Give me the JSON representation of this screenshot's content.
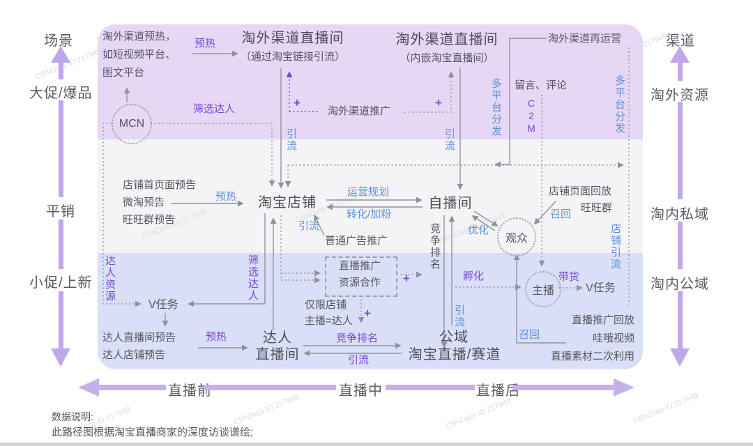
{
  "watermark": "CBNData ID:217949",
  "colors": {
    "accent_purple": "#7b46d6",
    "accent_blue": "#5e8fdc",
    "band_top": "#e6d7f4",
    "band_mid": "#f4f4f6",
    "band_bottom": "#d8dff6",
    "axis_purple": "#bfa7ec",
    "line_gray": "#90929d"
  },
  "axes": {
    "left": {
      "title": "场景",
      "top": "大促/爆品",
      "middle": "平销",
      "bottom": "小促/上新"
    },
    "right": {
      "title": "渠道",
      "top": "淘外资源",
      "middle": "淘内私域",
      "bottom": "淘内公域"
    },
    "bottom": {
      "pre": "直播前",
      "mid": "直播中",
      "post": "直播后"
    }
  },
  "top_band": {
    "source_line1": "淘外渠道预热，",
    "source_line2": "如短视频平台、",
    "source_line3": "图文平台",
    "preheat": "预热",
    "room_link_title": "淘外渠道直播间",
    "room_link_sub": "（通过淘宝链接引流）",
    "room_embed_title": "淘外渠道直播间",
    "room_embed_sub": "（内嵌淘宝直播间）",
    "mcn": "MCN",
    "select_daren": "筛选达人",
    "promo": "淘外渠道推广",
    "reop": "淘外渠道再运营",
    "comments": "留言、评论",
    "c2m": "C2M",
    "multi_left": "多平台分发",
    "multi_right": "多平台分发",
    "yinliu_left": "引流",
    "yinliu_right": "引流",
    "plus": "+"
  },
  "mid_band": {
    "pre1": "店铺首页面预告",
    "pre2": "微淘预告",
    "pre3": "旺旺群预告",
    "preheat": "预热",
    "shop": "淘宝店铺",
    "plan": "运营规划",
    "convert": "转化/加粉",
    "self_room": "自播间",
    "yinliu": "引流",
    "ad": "普通广告推广",
    "rank_v": "竞争排名",
    "yinliu_v": "引流",
    "optimize": "优化",
    "audience": "观众",
    "recall_top": "召回",
    "recall_bottom": "召回",
    "replay": "店铺页面回放",
    "wangwang": "旺旺群",
    "shop_yinliu": "店铺引流"
  },
  "bottom_band": {
    "daren_res": "达人资源",
    "select_daren": "筛选达人",
    "vtask_left": "V任务",
    "box1": "直播推广",
    "box2": "资源合作",
    "only1": "仅限店铺",
    "only2": "主播=达人",
    "incubate": "孵化",
    "host": "主播",
    "daihuo": "带货",
    "vtask_right": "V任务",
    "pre1": "达人直播间预告",
    "pre2": "达人店铺预告",
    "preheat": "预热",
    "daren1": "达人",
    "daren2": "直播间",
    "rank": "竞争排名",
    "yinliu": "引流",
    "public_title": "公域",
    "public_sub": "淘宝直播/赛道",
    "replay1": "直播推广回放",
    "replay2": "哇哦视频",
    "replay3": "直播素材二次利用",
    "plus": "+"
  },
  "footnote": {
    "title": "数据说明:",
    "body": "此路径图根据淘宝直播商家的深度访谈谱绘;"
  }
}
